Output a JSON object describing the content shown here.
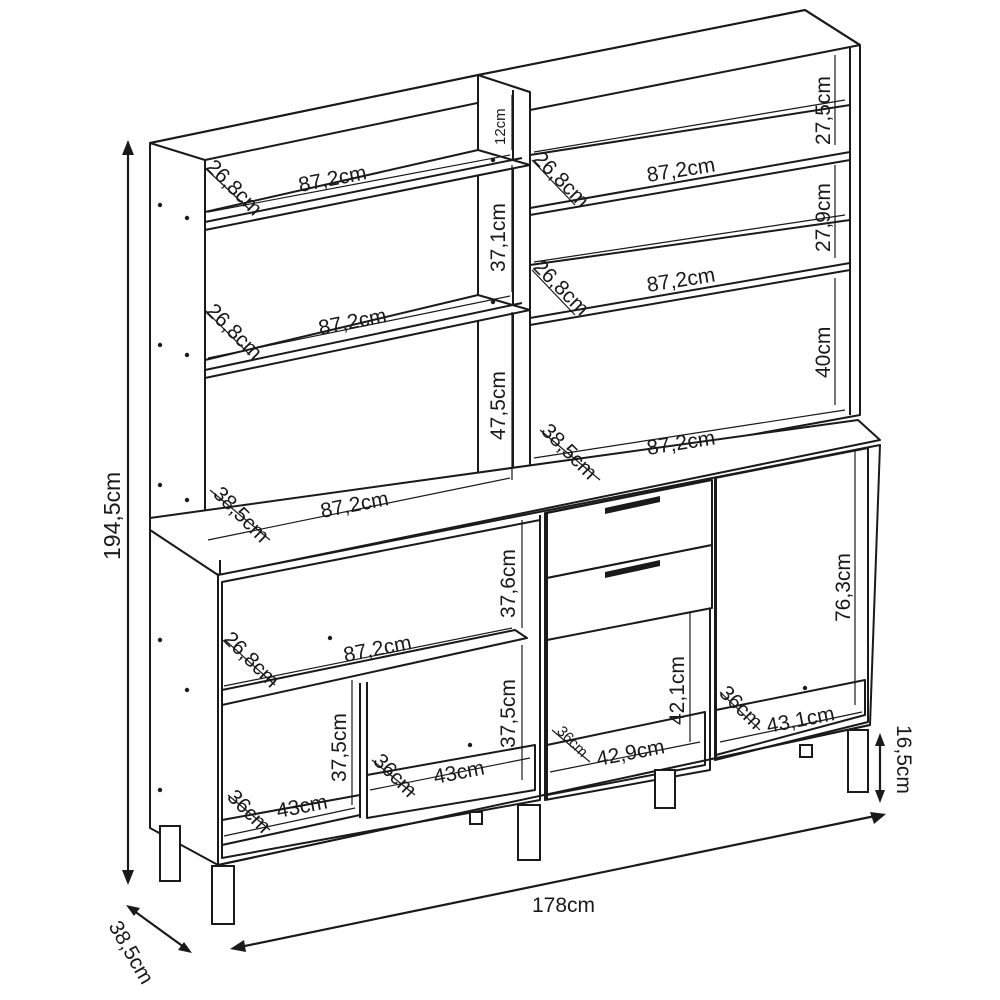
{
  "diagram": {
    "overall": {
      "height": "194,5cm",
      "width": "178cm",
      "depth": "38,5cm",
      "legs": "16,5cm"
    },
    "upper_left": {
      "top_shelf_width": "87,2cm",
      "top_shelf_depth": "26,8cm",
      "top_gap": "12cm",
      "mid_shelf_width": "87,2cm",
      "mid_shelf_depth": "26,8cm",
      "mid_gap": "37,1cm",
      "base_width": "87,2cm",
      "base_depth": "38,5cm",
      "base_gap": "47,5cm"
    },
    "upper_right": {
      "top_gap": "27,5cm",
      "shelf1_width": "87,2cm",
      "shelf1_depth": "26,8cm",
      "gap2": "27,9cm",
      "shelf2_width": "87,2cm",
      "shelf2_depth": "26,8cm",
      "gap3": "40cm",
      "base_width": "87,2cm",
      "base_depth": "38,5cm"
    },
    "lower_left": {
      "niche_height": "37,6cm",
      "shelf_width": "87,2cm",
      "shelf_depth": "26,8cm",
      "left_cell_height": "37,5cm",
      "left_cell_width": "43cm",
      "left_cell_depth": "36cm",
      "right_cell_height": "37,5cm",
      "right_cell_width": "43cm",
      "right_cell_depth": "36cm"
    },
    "lower_right": {
      "drawer_cell_height": "42,1cm",
      "drawer_cell_width": "42,9cm",
      "drawer_cell_depth": "36cm",
      "door_cell_height": "76,3cm",
      "door_cell_width": "43,1cm",
      "door_cell_depth": "36cm"
    }
  }
}
